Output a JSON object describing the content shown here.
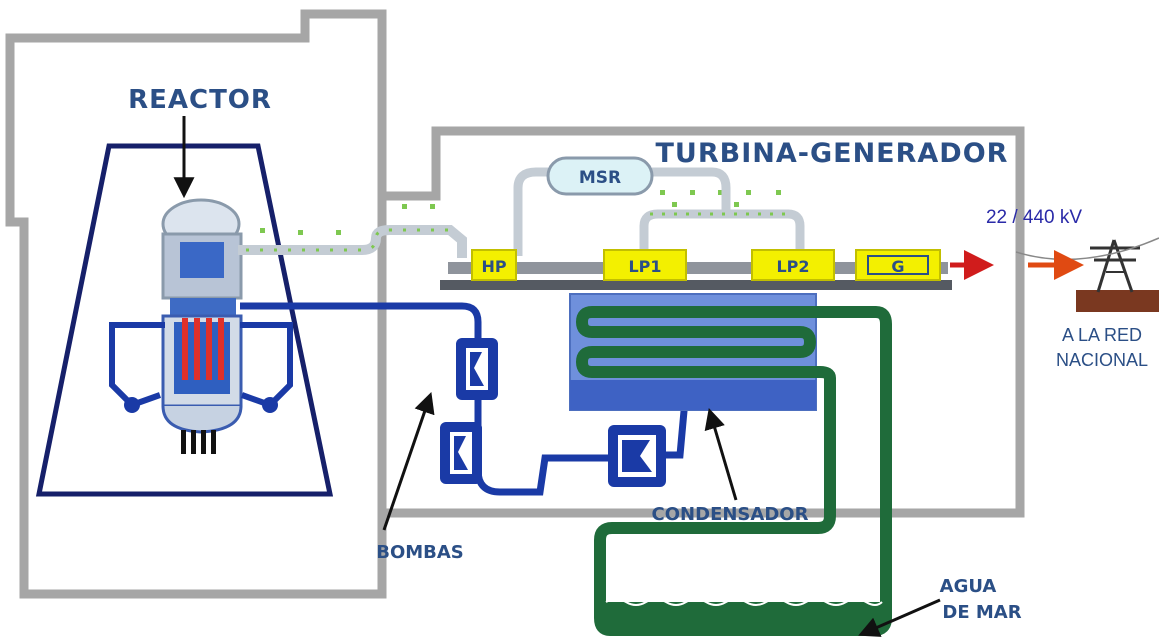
{
  "labels": {
    "reactor": "REACTOR",
    "turbine_generator": "TURBINA-GENERADOR",
    "msr": "MSR",
    "hp": "HP",
    "lp1": "LP1",
    "lp2": "LP2",
    "generator": "G",
    "voltage": "22 / 440 kV",
    "grid_line1": "A LA RED",
    "grid_line2": "NACIONAL",
    "pumps": "BOMBAS",
    "condenser": "CONDENSADOR",
    "sea_water_line1": "AGUA",
    "sea_water_line2": "DE MAR"
  },
  "colors": {
    "building_outline": "#a6a6a6",
    "label_blue": "#2b4f86",
    "containment": "#16206a",
    "feedwater_pipe": "#1a3aa6",
    "steam_pipe": "#c4ccd4",
    "steam_dots": "#7ec850",
    "turbine_yellow": "#f3f000",
    "cooling_green": "#1f6b3a",
    "condenser_blue": "#5f86d8",
    "fuel_rods": "#e0302a",
    "arrow_red": "#d01c1c",
    "arrow_orange": "#e04a12",
    "voltage_text": "#2a2aa8"
  }
}
